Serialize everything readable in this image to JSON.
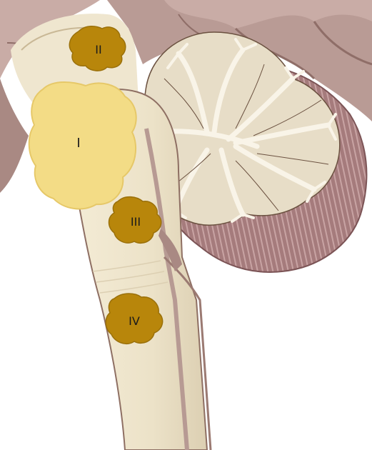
{
  "figure": {
    "markers": [
      {
        "id": "I",
        "label": "I"
      },
      {
        "id": "II",
        "label": "II"
      },
      {
        "id": "III",
        "label": "III"
      },
      {
        "id": "IV",
        "label": "IV"
      }
    ],
    "colors": {
      "background": "#ffffff",
      "cerebrum": "#b79a93",
      "cerebrum_dark": "#8f6e68",
      "cerebellum_outer": "#9b6e70",
      "cerebellum_stripe": "#c8a3a3",
      "arbor_tissue": "#e9dfca",
      "arbor_white": "#f8f3e6",
      "brainstem": "#efe6cf",
      "brainstem_edge": "#8e6f63",
      "canal": "#b79a93",
      "marker_large": "#f3dc86",
      "marker_small": "#b8860b",
      "label_text": "#1b1b1b"
    }
  }
}
